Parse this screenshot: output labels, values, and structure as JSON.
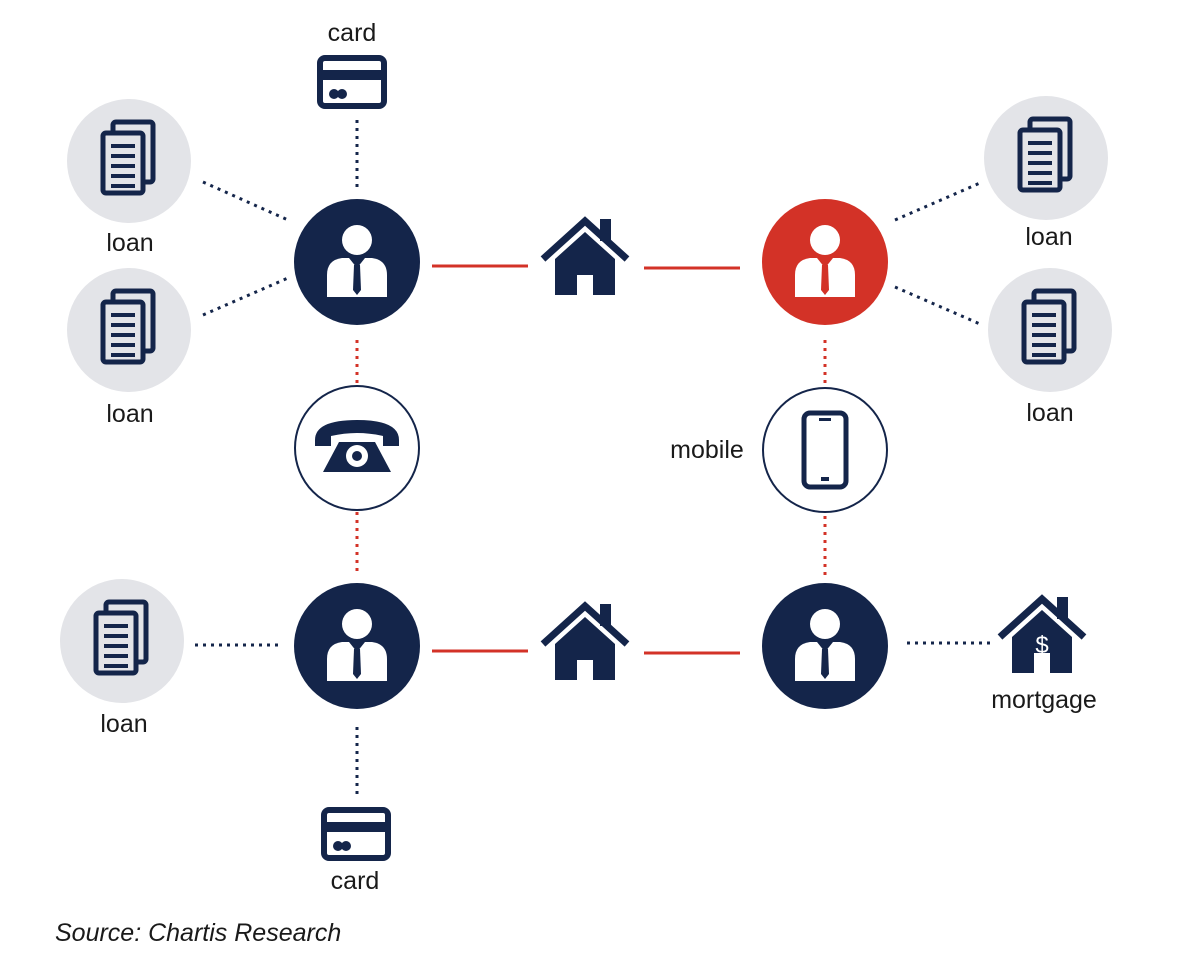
{
  "colors": {
    "navy": "#14254a",
    "red": "#d33227",
    "grey_circle": "#e3e4e8",
    "white": "#ffffff"
  },
  "nodes": {
    "person_top_left": {
      "role": "person",
      "flagged": false
    },
    "person_top_right": {
      "role": "person",
      "flagged": true
    },
    "person_bottom_left": {
      "role": "person",
      "flagged": false
    },
    "person_bottom_right": {
      "role": "person",
      "flagged": false
    }
  },
  "labels": {
    "card_top": "card",
    "card_bottom": "card",
    "loan_top_left_1": "loan",
    "loan_top_left_2": "loan",
    "loan_top_right_1": "loan",
    "loan_top_right_2": "loan",
    "loan_bottom_left": "loan",
    "mobile": "mobile",
    "mortgage": "mortgage"
  },
  "icons": {
    "card": "credit-card-icon",
    "loan": "documents-icon",
    "person": "businessman-icon",
    "house": "house-icon",
    "phone": "telephone-icon",
    "mobile": "smartphone-icon",
    "mortgage": "house-dollar-icon"
  },
  "edges": [
    {
      "from": "person_top_left",
      "to": "house_top",
      "style": "solid-red"
    },
    {
      "from": "house_top",
      "to": "person_top_right",
      "style": "solid-red"
    },
    {
      "from": "person_bottom_left",
      "to": "house_bottom",
      "style": "solid-red"
    },
    {
      "from": "house_bottom",
      "to": "person_bottom_right",
      "style": "solid-red"
    },
    {
      "from": "person_top_left",
      "to": "phone",
      "style": "dotted-red"
    },
    {
      "from": "phone",
      "to": "person_bottom_left",
      "style": "dotted-red"
    },
    {
      "from": "person_top_right",
      "to": "mobile",
      "style": "dotted-red"
    },
    {
      "from": "mobile",
      "to": "person_bottom_right",
      "style": "dotted-red"
    },
    {
      "from": "person_top_left",
      "to": "card_top",
      "style": "dotted-navy"
    },
    {
      "from": "person_top_left",
      "to": "loan_top_left_1",
      "style": "dotted-navy"
    },
    {
      "from": "person_top_left",
      "to": "loan_top_left_2",
      "style": "dotted-navy"
    },
    {
      "from": "person_top_right",
      "to": "loan_top_right_1",
      "style": "dotted-navy"
    },
    {
      "from": "person_top_right",
      "to": "loan_top_right_2",
      "style": "dotted-navy"
    },
    {
      "from": "person_bottom_left",
      "to": "loan_bottom_left",
      "style": "dotted-navy"
    },
    {
      "from": "person_bottom_left",
      "to": "card_bottom",
      "style": "dotted-navy"
    },
    {
      "from": "person_bottom_right",
      "to": "mortgage",
      "style": "dotted-navy"
    }
  ],
  "source": "Source: Chartis Research"
}
